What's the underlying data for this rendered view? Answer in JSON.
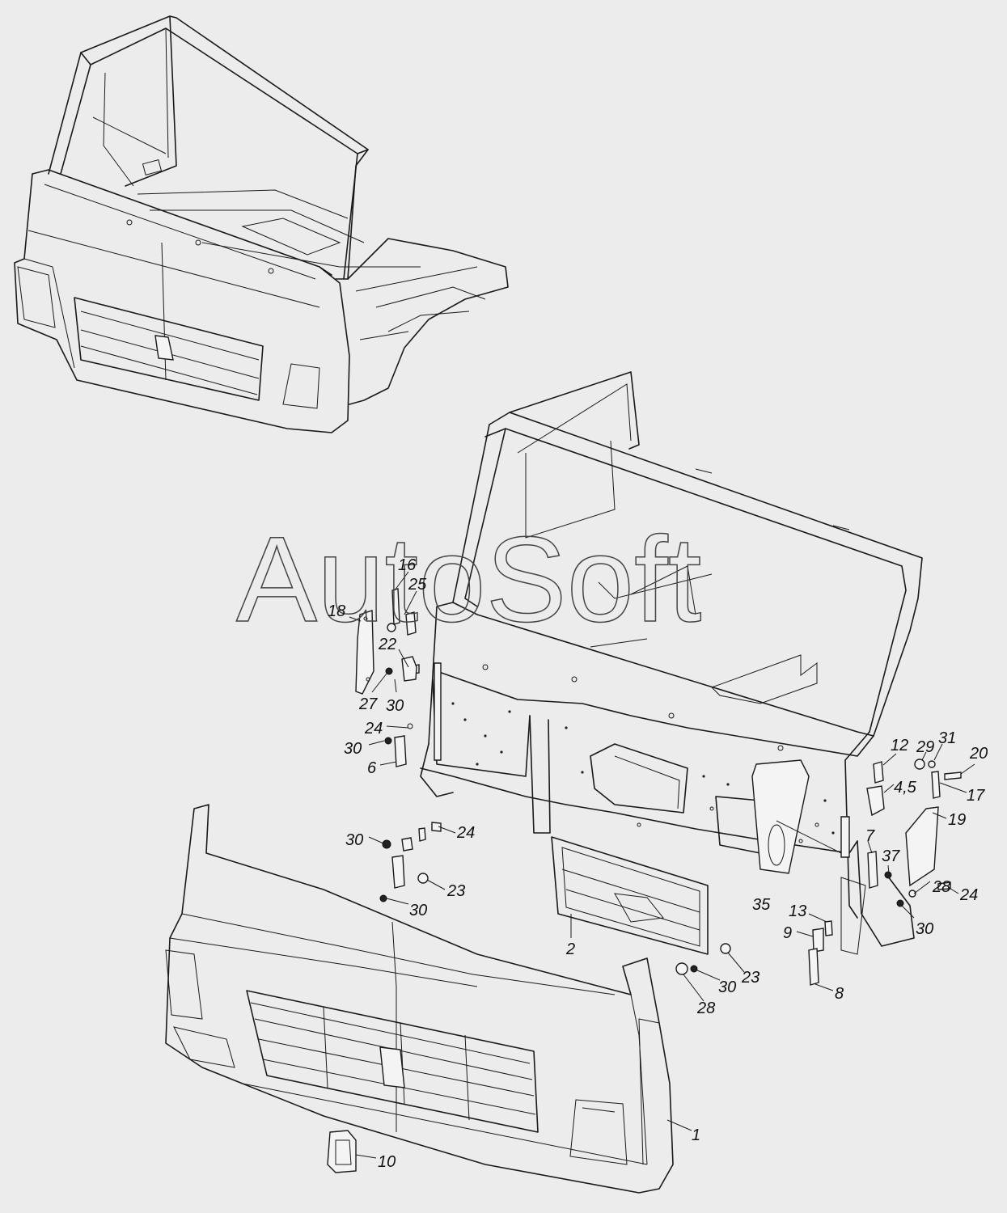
{
  "watermark": "AutoSoft",
  "callouts": [
    {
      "id": "c16",
      "text": "16"
    },
    {
      "id": "c25",
      "text": "25"
    },
    {
      "id": "c18",
      "text": "18"
    },
    {
      "id": "c22",
      "text": "22"
    },
    {
      "id": "c27",
      "text": "27"
    },
    {
      "id": "c30a",
      "text": "30"
    },
    {
      "id": "c24a",
      "text": "24"
    },
    {
      "id": "c30b",
      "text": "30"
    },
    {
      "id": "c6",
      "text": "6"
    },
    {
      "id": "c30c",
      "text": "30"
    },
    {
      "id": "c24b",
      "text": "24"
    },
    {
      "id": "c23a",
      "text": "23"
    },
    {
      "id": "c30d",
      "text": "30"
    },
    {
      "id": "c2",
      "text": "2"
    },
    {
      "id": "c12",
      "text": "12"
    },
    {
      "id": "c29",
      "text": "29"
    },
    {
      "id": "c31",
      "text": "31"
    },
    {
      "id": "c20",
      "text": "20"
    },
    {
      "id": "c45",
      "text": "4,5"
    },
    {
      "id": "c17",
      "text": "17"
    },
    {
      "id": "c19",
      "text": "19"
    },
    {
      "id": "c7",
      "text": "7"
    },
    {
      "id": "c37",
      "text": "37"
    },
    {
      "id": "c35",
      "text": "35"
    },
    {
      "id": "c24c",
      "text": "24"
    },
    {
      "id": "c28a",
      "text": "28"
    },
    {
      "id": "c13",
      "text": "13"
    },
    {
      "id": "c30e",
      "text": "30"
    },
    {
      "id": "c9",
      "text": "9"
    },
    {
      "id": "c23b",
      "text": "23"
    },
    {
      "id": "c30f",
      "text": "30"
    },
    {
      "id": "c28b",
      "text": "28"
    },
    {
      "id": "c8",
      "text": "8"
    },
    {
      "id": "c1",
      "text": "1"
    },
    {
      "id": "c10",
      "text": "10"
    }
  ]
}
